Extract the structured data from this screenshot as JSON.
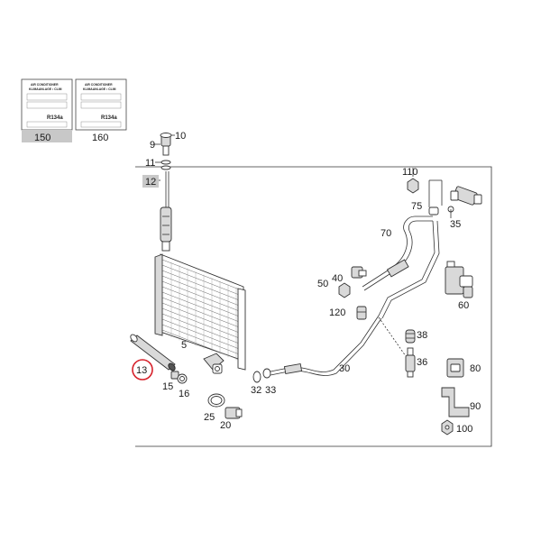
{
  "labels": [
    {
      "name": "air-conditioner-label-150",
      "code": "150",
      "title_lines": [
        "AIR CONDITIONER",
        "KLIMAANLAGE  •  CLIM"
      ],
      "refrigerant": "R134a"
    },
    {
      "name": "air-conditioner-label-160",
      "code": "160",
      "title_lines": [
        "AIR CONDITIONER",
        "KLIMAANLAGE  •  CLIM"
      ],
      "refrigerant": "R134a"
    }
  ],
  "callouts": {
    "n5": "5",
    "n9": "9",
    "n10": "10",
    "n11": "11",
    "n12": "12",
    "n13": "13",
    "n15": "15",
    "n16": "16",
    "n20": "20",
    "n25": "25",
    "n30": "30",
    "n32": "32",
    "n33": "33",
    "n35": "35",
    "n36": "36",
    "n38": "38",
    "n40": "40",
    "n50": "50",
    "n60": "60",
    "n70": "70",
    "n75": "75",
    "n80": "80",
    "n90": "90",
    "n100": "100",
    "n110": "110",
    "n120": "120"
  },
  "highlighted_part": "13",
  "colors": {
    "highlight": "#d6202a",
    "line": "#333333",
    "boxed_label_bg": "#c8c8c8"
  }
}
